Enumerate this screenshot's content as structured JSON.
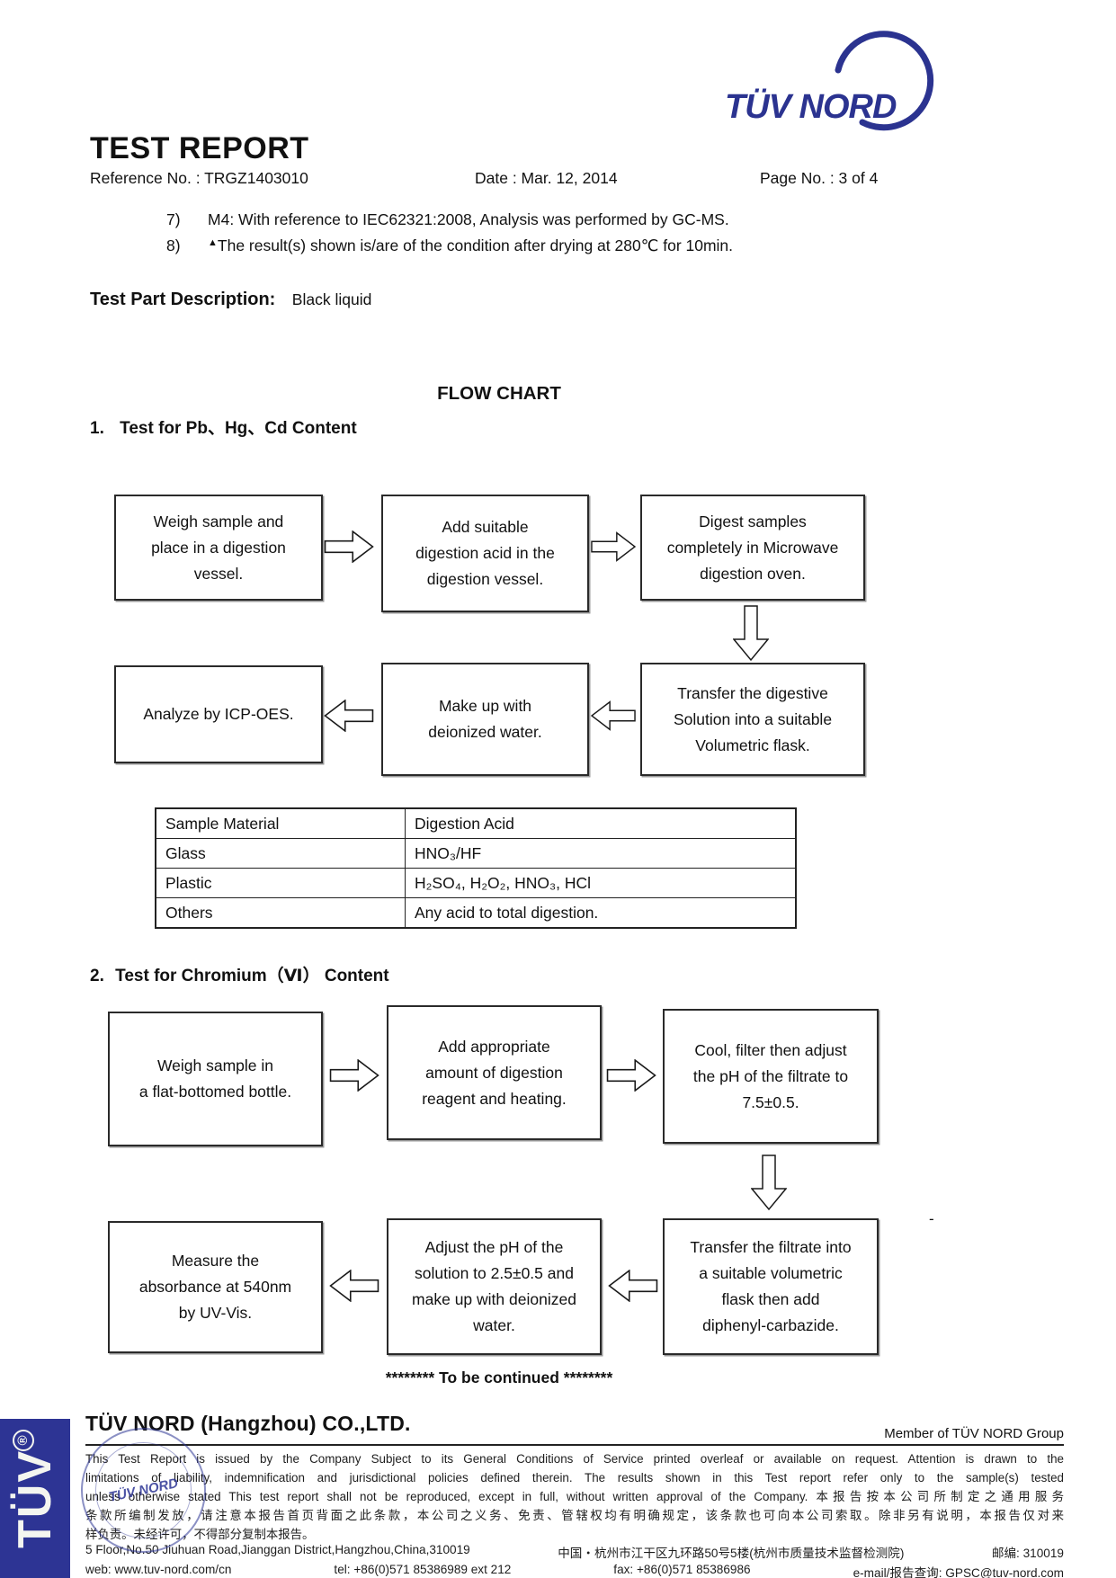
{
  "header": {
    "title": "TEST REPORT",
    "reference": "Reference No. : TRGZ1403010",
    "date": "Date : Mar. 12, 2014",
    "page_no": "Page No. : 3 of 4"
  },
  "logo": {
    "brand": "TÜV NORD",
    "color": "#2b3390"
  },
  "notes": [
    {
      "num": "7)",
      "marker": "",
      "text": "M4: With reference to IEC62321:2008, Analysis was performed by GC-MS."
    },
    {
      "num": "8)",
      "marker": "▲",
      "text": "The result(s) shown is/are of the condition after drying at 280℃  for 10min."
    }
  ],
  "test_part": {
    "label": "Test Part Description:",
    "value": "Black liquid"
  },
  "flow_chart": {
    "title": "FLOW CHART",
    "section1": {
      "num": "1.",
      "heading": "Test for Pb、Hg、Cd Content",
      "row1": [
        "Weigh sample and\nplace in a digestion\nvessel.",
        "Add suitable\ndigestion acid in the\ndigestion vessel.",
        "Digest samples\ncompletely in Microwave\ndigestion oven."
      ],
      "row2": [
        "Analyze by ICP-OES.",
        "Make up with\ndeionized water.",
        "Transfer the digestive\nSolution into a suitable\nVolumetric flask."
      ]
    },
    "acid_table": {
      "headers": [
        "Sample Material",
        "Digestion Acid"
      ],
      "rows": [
        [
          "Glass",
          "HNO₃/HF"
        ],
        [
          "Plastic",
          "H₂SO₄, H₂O₂, HNO₃, HCl"
        ],
        [
          "Others",
          "Any acid to total digestion."
        ]
      ]
    },
    "section2": {
      "num": "2.",
      "heading": "Test for Chromium（Ⅵ） Content",
      "row1": [
        "Weigh sample in\na flat-bottomed bottle.",
        "Add appropriate\namount of digestion\nreagent and heating.",
        "Cool, filter then adjust\nthe pH of the filtrate to\n7.5±0.5."
      ],
      "row2": [
        "Measure the\nabsorbance at 540nm\nby UV-Vis.",
        "Adjust the pH of the\nsolution to 2.5±0.5 and\nmake up with deionized\nwater.",
        "Transfer the filtrate into\na suitable volumetric\nflask then add\ndiphenyl-carbazide."
      ]
    },
    "continued": "******** To be continued ********"
  },
  "page_dash": "-",
  "footer": {
    "company": "TÜV NORD (Hangzhou) CO.,LTD.",
    "member": "Member of TÜV NORD Group",
    "disclaimer": [
      "This Test Report is issued by the Company Subject to its General Conditions of Service printed overleaf or available on request. Attention is drawn to the",
      "limitations of liability, indemnification and jurisdictional policies defined therein. The results shown in this Test report refer only to the sample(s) tested",
      "unless otherwise stated This test report shall not be reproduced, except in full, without written approval of the Company.  本报告按本公司所制定之通用服务",
      "条款所编制发放，请注意本报告首页背面之此条款，本公司之义务、免责、管辖权均有明确规定，该条款也可向本公司索取。除非另有说明，本报告仅对来",
      "样负责。未经许可，不得部分复制本报告。"
    ],
    "address_en": "5 Floor,No.50 Jiuhuan Road,Jianggan District,Hangzhou,China,310019",
    "address_cn": "中国・杭州市江干区九环路50号5楼(杭州市质量技术监督检测院)",
    "postal": "邮编: 310019",
    "web": "web: www.tuv-nord.com/cn",
    "tel": "tel: +86(0)571 85386989 ext 212",
    "fax": "fax: +86(0)571 85386986",
    "email": "e-mail/报告查询: GPSC@tuv-nord.com",
    "stamp": "TÜV NORD",
    "bar_text": "TÜV",
    "bar_reg": "®"
  }
}
